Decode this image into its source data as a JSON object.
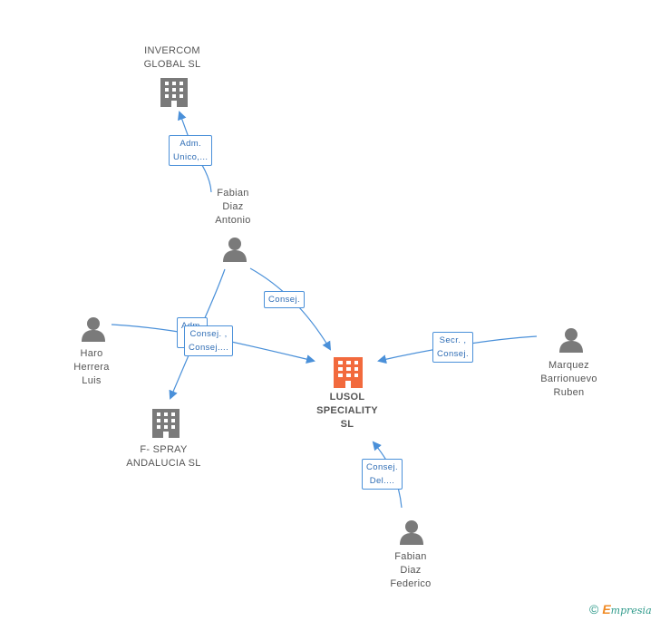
{
  "nodes": {
    "invercom": {
      "lines": [
        "INVERCOM",
        "GLOBAL SL"
      ]
    },
    "fabian_antonio": {
      "lines": [
        "Fabian",
        "Diaz",
        "Antonio"
      ]
    },
    "haro": {
      "lines": [
        "Haro",
        "Herrera",
        "Luis"
      ]
    },
    "fspray": {
      "lines": [
        "F- SPRAY",
        "ANDALUCIA  SL"
      ]
    },
    "lusol": {
      "lines": [
        "LUSOL",
        "SPECIALITY",
        "SL"
      ]
    },
    "marquez": {
      "lines": [
        "Marquez",
        "Barrionuevo",
        "Ruben"
      ]
    },
    "fabian_federico": {
      "lines": [
        "Fabian",
        "Diaz",
        "Federico"
      ]
    }
  },
  "edges": {
    "adm_unico": [
      "Adm.",
      "Unico,..."
    ],
    "consej_fabian": [
      "Consej."
    ],
    "adm_hidden": [
      "Adm."
    ],
    "consej_haro": [
      "Consej. ,",
      "Consej...."
    ],
    "secr": [
      "Secr. ,",
      "Consej."
    ],
    "consej_del": [
      "Consej.",
      "Del...."
    ]
  },
  "credit": {
    "symbol": "©",
    "brand_first": "E",
    "brand_rest": "mpresia"
  },
  "colors": {
    "line": "#4a90d9",
    "company": "#7a7a7a",
    "main_company": "#f26a3d",
    "person": "#7a7a7a"
  }
}
